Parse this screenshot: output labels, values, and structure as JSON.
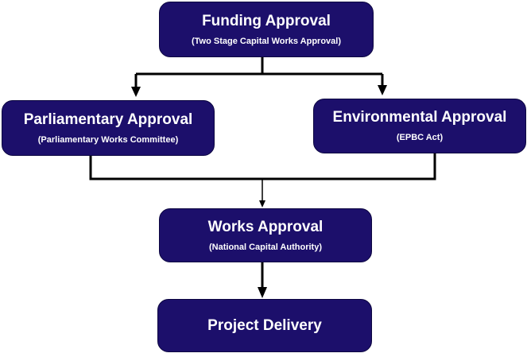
{
  "colors": {
    "box_fill": "#1c0f6b",
    "box_text": "#ffffff",
    "connector": "#000000"
  },
  "nodes": {
    "funding": {
      "title": "Funding Approval",
      "subtitle": "(Two Stage Capital Works Approval)"
    },
    "parliamentary": {
      "title": "Parliamentary Approval",
      "subtitle": "(Parliamentary Works Committee)"
    },
    "environmental": {
      "title": "Environmental Approval",
      "subtitle": "(EPBC Act)"
    },
    "works": {
      "title": "Works Approval",
      "subtitle": "(National Capital Authority)"
    },
    "delivery": {
      "title": "Project Delivery"
    }
  },
  "edges": [
    {
      "from": "funding",
      "to": "parliamentary"
    },
    {
      "from": "funding",
      "to": "environmental"
    },
    {
      "from": "parliamentary",
      "to": "works"
    },
    {
      "from": "environmental",
      "to": "works"
    },
    {
      "from": "works",
      "to": "delivery"
    }
  ]
}
